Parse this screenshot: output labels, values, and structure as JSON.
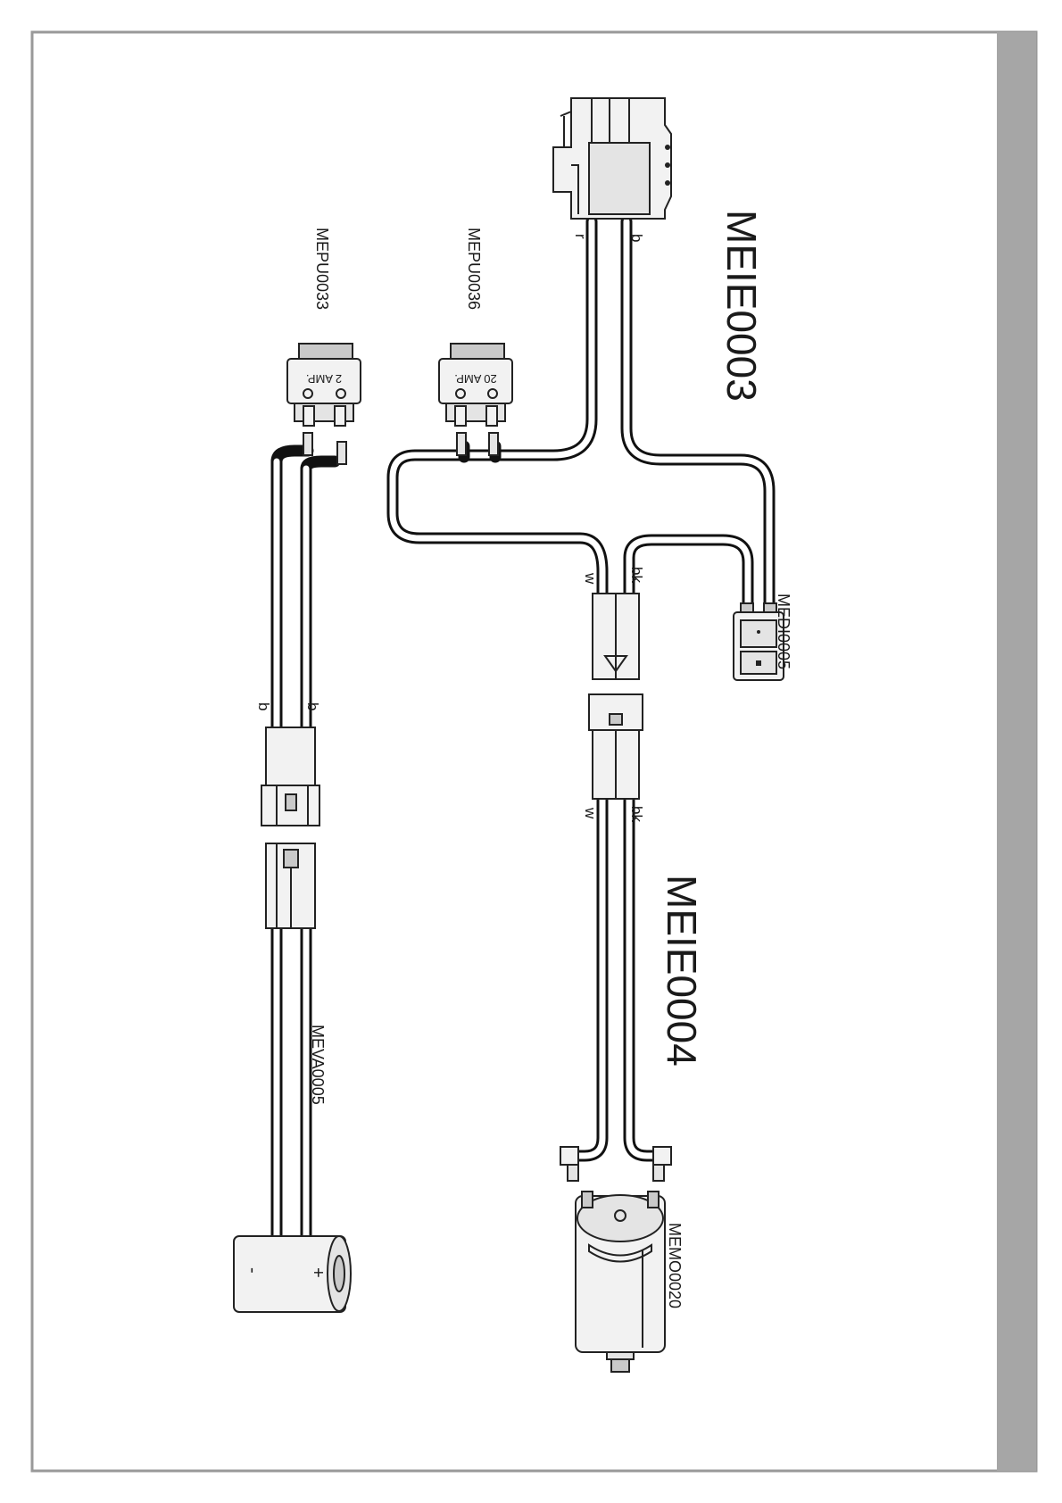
{
  "harness_labels": {
    "meie0003": "MEIE0003",
    "meie0004": "MEIE0004"
  },
  "part_labels": {
    "mepu0033": "MEPU0033",
    "mepu0036": "MEPU0036",
    "medi0005": "MEDI0005",
    "meva0005": "MEVA0005",
    "memo0020": "MEMO0020"
  },
  "switch_ratings": {
    "mepu0033": "2 AMP.",
    "mepu0036": "20 AMP."
  },
  "wire_colors": {
    "top_left": "r",
    "top_right": "b",
    "mid_left": "w",
    "mid_right": "bk",
    "low_left": "w",
    "low_right": "bk",
    "valve_left": "b",
    "valve_right": "b"
  },
  "polarity": {
    "minus": "-",
    "plus": "+"
  },
  "colors": {
    "frame": "#999999",
    "side_bar": "#a6a6a6",
    "wire": "#111111"
  }
}
